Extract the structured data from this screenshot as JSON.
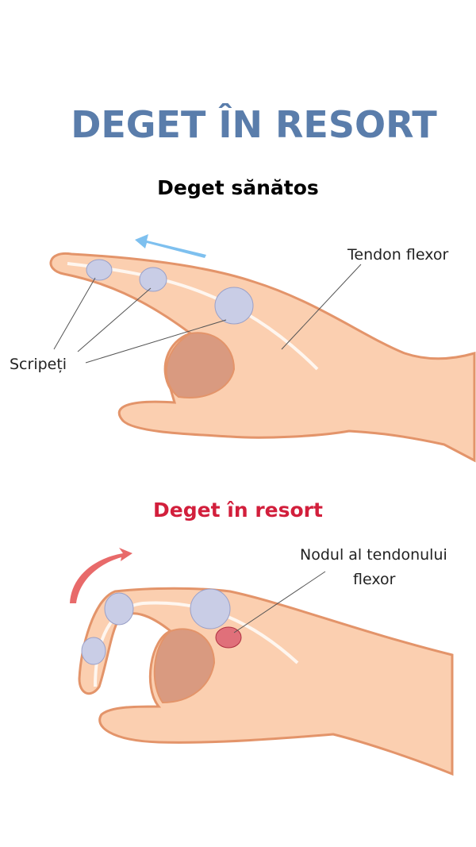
{
  "title": "DEGET ÎN RESORT",
  "healthy": {
    "heading": "Deget sănătos",
    "labels": {
      "tendon": "Tendon flexor",
      "pulleys": "Scripeți"
    },
    "arrow_color": "#7ec0ef"
  },
  "trigger": {
    "heading": "Deget în resort",
    "labels": {
      "nodule_line1": "Nodul al tendonului",
      "nodule_line2": "flexor"
    },
    "arrow_color": "#e86a6a"
  },
  "colors": {
    "title": "#5a7dab",
    "accent_red": "#d21f3c",
    "skin": "#fbcfb0",
    "skin_outline": "#e3946a"
  }
}
